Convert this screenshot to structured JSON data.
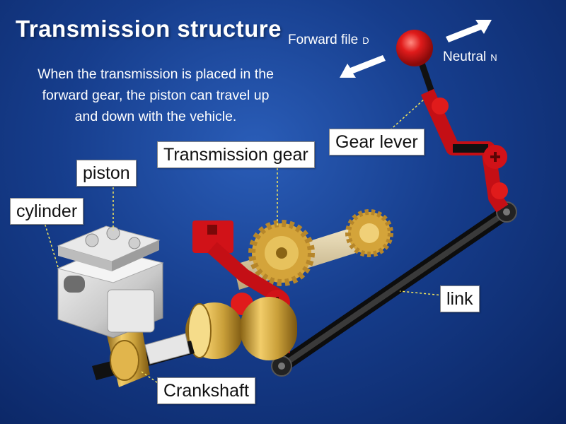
{
  "title": "Transmission structure",
  "description": [
    "When the transmission is placed in the",
    "forward gear, the piston can travel up",
    "and down with the vehicle."
  ],
  "directions": {
    "forward": {
      "text": "Forward file",
      "letter": "D"
    },
    "neutral": {
      "text": "Neutral",
      "letter": "N"
    }
  },
  "labels": {
    "gear_lever": "Gear lever",
    "transmission_gear": "Transmission gear",
    "piston": "piston",
    "cylinder": "cylinder",
    "link": "link",
    "crankshaft": "Crankshaft"
  },
  "colors": {
    "lever_red": "#d11218",
    "gold": "#d4a43a",
    "rod_black": "#1b1b1b",
    "cylinder_silver": "#d8d8d8"
  }
}
